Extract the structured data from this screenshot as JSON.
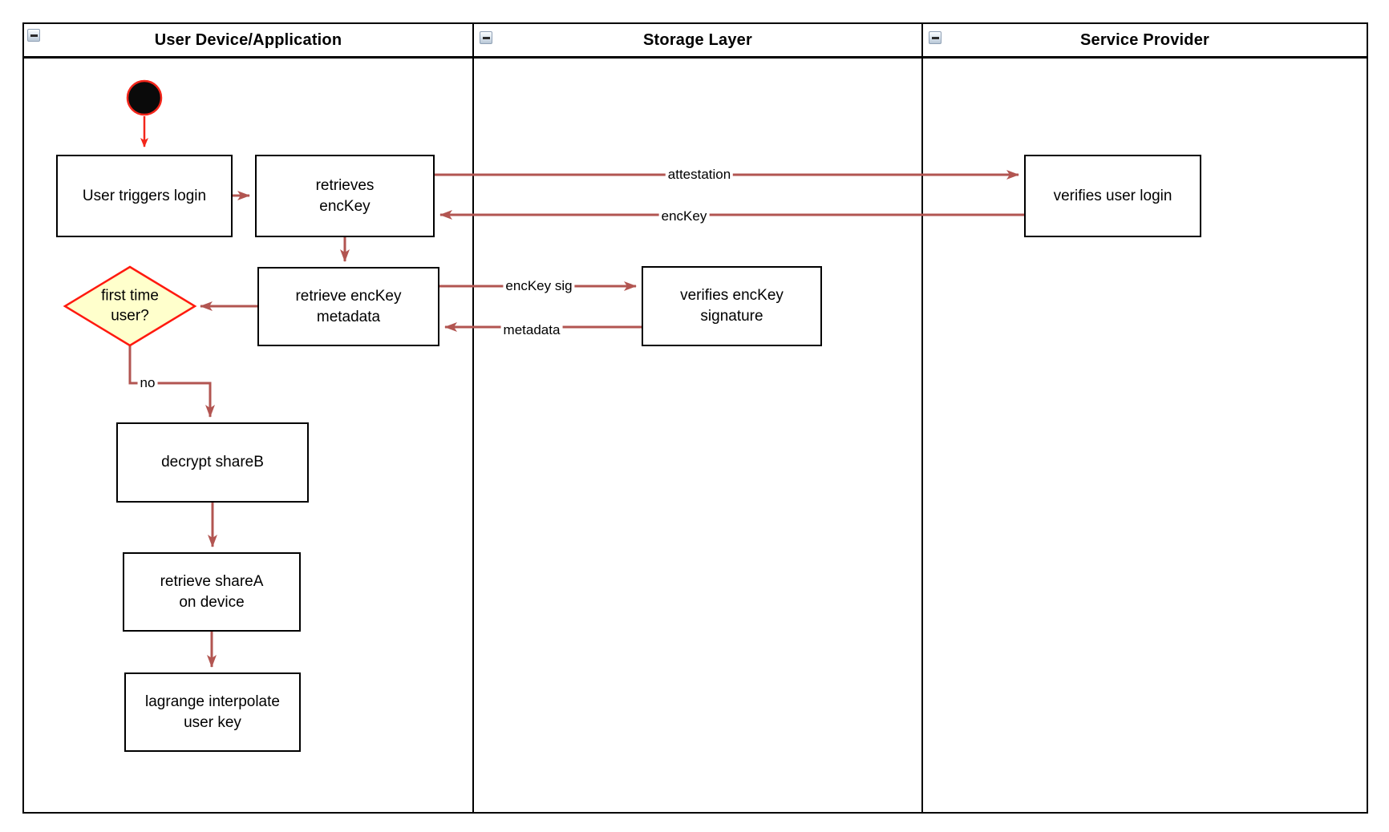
{
  "lanes": [
    {
      "title": "User Device/Application"
    },
    {
      "title": "Storage Layer"
    },
    {
      "title": "Service Provider"
    }
  ],
  "nodes": {
    "login": {
      "label": "User triggers login"
    },
    "retrieves_enckey": {
      "label": "retrieves\nencKey"
    },
    "verifies_user_login": {
      "label": "verifies user login"
    },
    "retrieve_enckey_metadata": {
      "label": "retrieve encKey\nmetadata"
    },
    "first_time_user": {
      "label": "first time\nuser?"
    },
    "verifies_enckey_signature": {
      "label": "verifies encKey\nsignature"
    },
    "decrypt_shareb": {
      "label": "decrypt shareB"
    },
    "retrieve_sharea": {
      "label": "retrieve shareA\non device"
    },
    "lagrange_interpolate": {
      "label": "lagrange interpolate\nuser key"
    }
  },
  "edges": {
    "attestation": {
      "label": "attestation"
    },
    "enckey": {
      "label": "encKey"
    },
    "enckey_sig": {
      "label": "encKey sig"
    },
    "metadata": {
      "label": "metadata"
    },
    "no": {
      "label": "no"
    }
  },
  "colors": {
    "edge_color": "#b25551",
    "accent_red": "#f3261b",
    "diamond_fill": "#ffffcc",
    "diamond_border": "#ff190f",
    "lane_border": "#000000"
  }
}
